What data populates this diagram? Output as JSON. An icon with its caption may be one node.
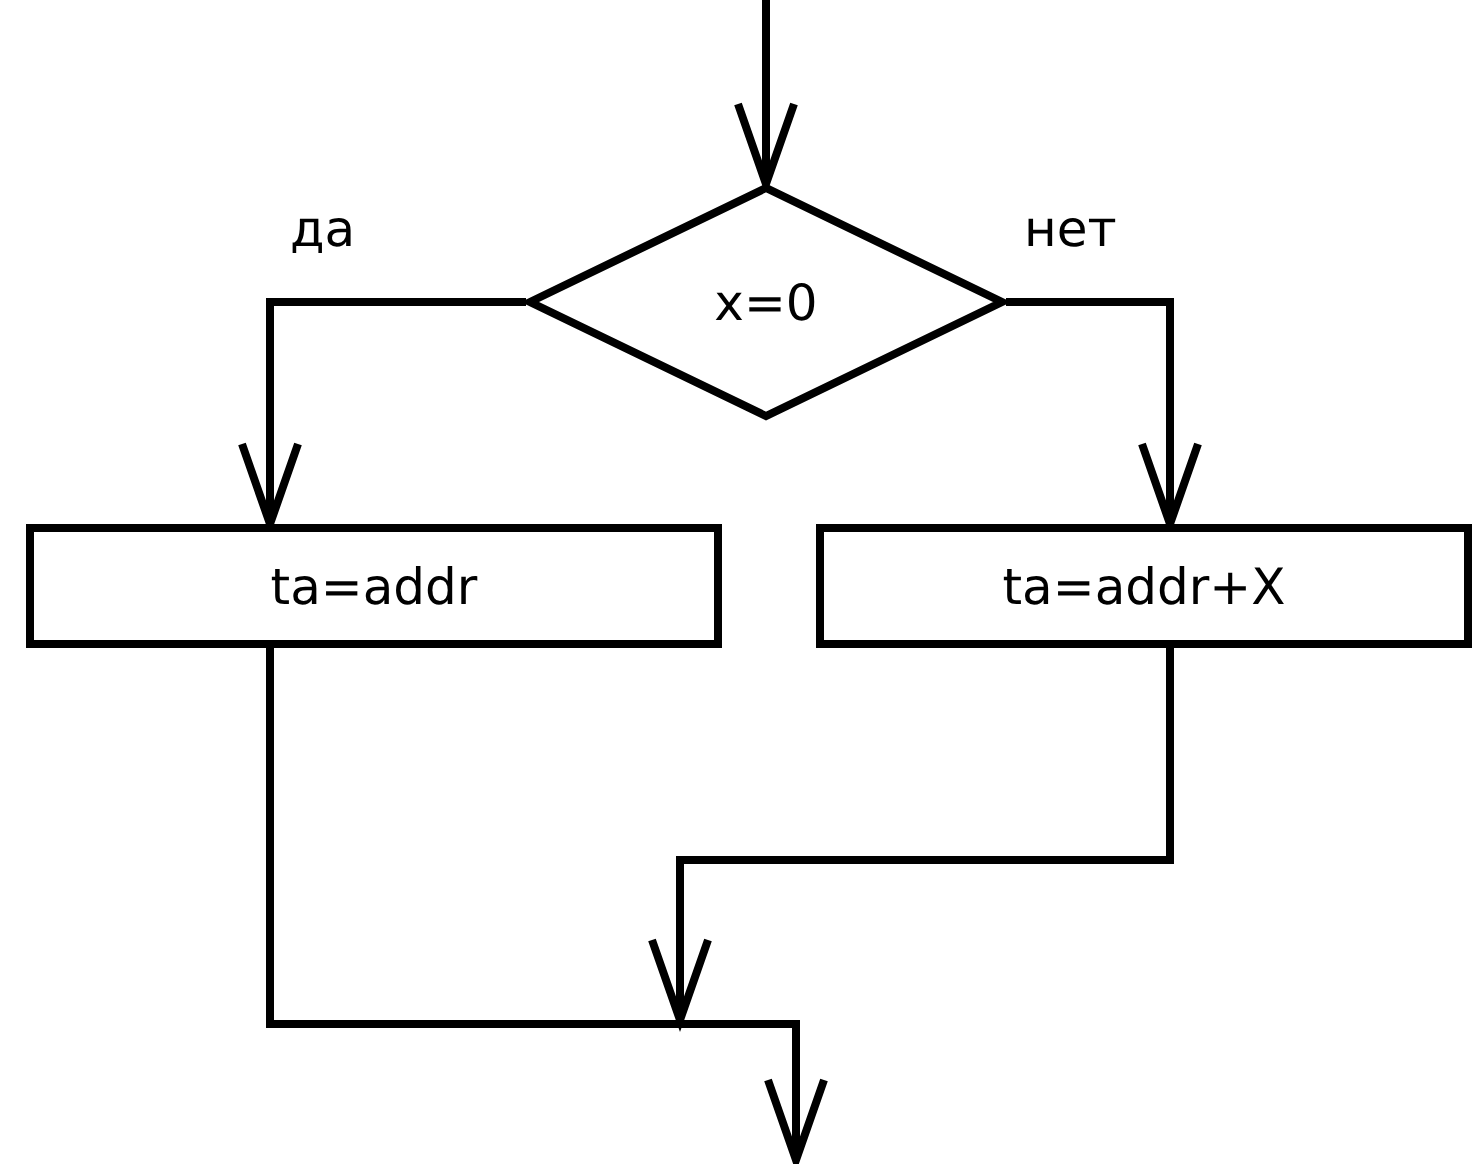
{
  "diagram": {
    "nodes": [
      {
        "text": [
          "x=0"
        ]
      },
      {
        "text": [
          "ta=addr"
        ]
      },
      {
        "text": [
          "ta=addr+X"
        ]
      }
    ],
    "edges": [
      {
        "from": null,
        "to": 0,
        "arrow": "to"
      },
      {
        "from": 0,
        "to": 1,
        "arrow": "to",
        "label": "да"
      },
      {
        "from": 0,
        "to": 2,
        "arrow": "to",
        "label": "нет"
      },
      {
        "from": 1,
        "to": null,
        "arrow": "to"
      },
      {
        "from": 2,
        "to": null,
        "arrow": "to"
      }
    ]
  }
}
